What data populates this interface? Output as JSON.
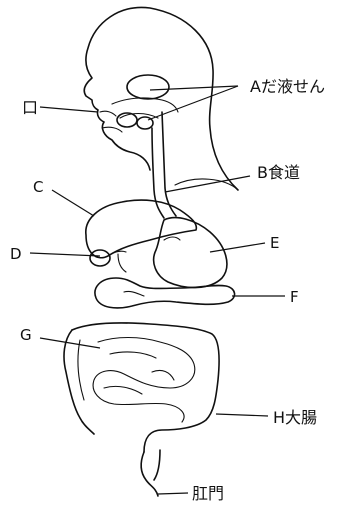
{
  "labels": {
    "mouth": "口",
    "salivary": "Aだ液せん",
    "esophagus": "B食道",
    "c": "C",
    "d": "D",
    "e": "E",
    "f": "F",
    "g": "G",
    "large_intestine": "H大腸",
    "anus": "肛門"
  }
}
